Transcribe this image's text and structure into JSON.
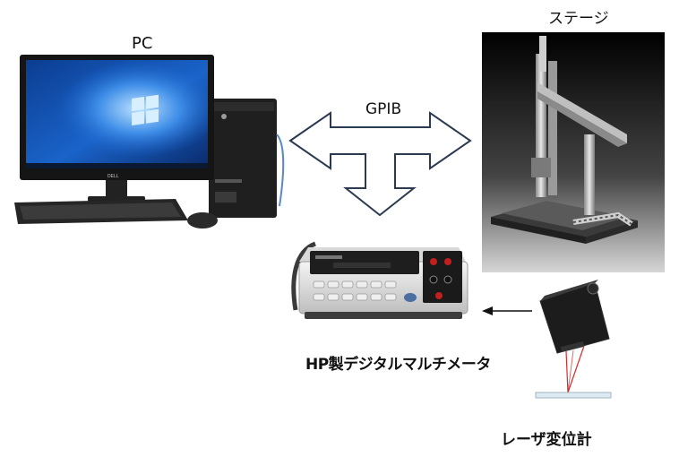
{
  "labels": {
    "pc": "PC",
    "stage": "ステージ",
    "gpib": "GPIB",
    "multimeter": "HP製デジタルマルチメータ",
    "laser": "レーザ変位計"
  },
  "icons": {
    "pc": "desktop-computer-icon",
    "stage": "xyz-stage-icon",
    "multimeter": "digital-multimeter-icon",
    "laser": "laser-displacement-sensor-icon"
  },
  "colors": {
    "arrow_stroke": "#2b3a4f",
    "screen_blue": "#1a63c9",
    "stage_background": "#1a1a1a"
  }
}
